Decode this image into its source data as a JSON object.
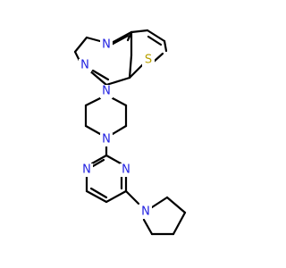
{
  "colors": {
    "background": "#ffffff",
    "bond": "#000000",
    "nitrogen": "#1f1fe0",
    "sulfur": "#b8a100"
  },
  "atoms": {
    "n_pyrimidine_top": {
      "label": "N",
      "element": "nitrogen"
    },
    "n_pyrimidine_left": {
      "label": "N",
      "element": "nitrogen"
    },
    "s_thiophene": {
      "label": "S",
      "element": "sulfur"
    },
    "n_piperazine_top": {
      "label": "N",
      "element": "nitrogen"
    },
    "n_piperazine_bottom": {
      "label": "N",
      "element": "nitrogen"
    },
    "n_lower_pyrimidine_left": {
      "label": "N",
      "element": "nitrogen"
    },
    "n_lower_pyrimidine_right": {
      "label": "N",
      "element": "nitrogen"
    },
    "n_pyrrolidine": {
      "label": "N",
      "element": "nitrogen"
    }
  }
}
